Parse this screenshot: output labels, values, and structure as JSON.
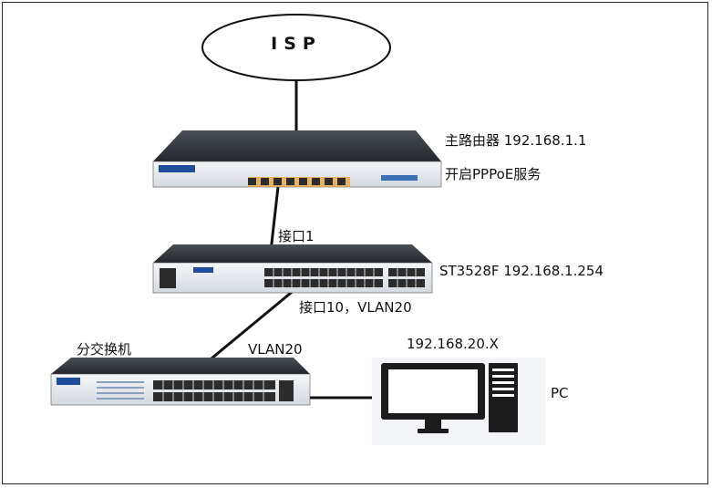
{
  "isp": {
    "label": "ISP"
  },
  "main_router": {
    "title": "主路由器 192.168.1.1",
    "feature": "开启PPPoE服务"
  },
  "core_switch": {
    "port_label": "接口1",
    "title": "ST3528F  192.168.1.254",
    "uplink_label": "接口10，VLAN20"
  },
  "branch_switch": {
    "title": "分交换机",
    "vlan_label": "VLAN20"
  },
  "pc": {
    "ip": "192.168.20.X",
    "label": "PC"
  },
  "colors": {
    "device_body": "#2b2f36",
    "device_face": "#e6eaf0",
    "brand_blue": "#1f4d9c",
    "port_amber": "#e8a33a",
    "link_line": "#111111",
    "monitor_screen": "#1c1c1c"
  },
  "icons": [
    "isp-cloud-icon",
    "router-icon",
    "switch-icon",
    "monitor-icon",
    "pc-tower-icon"
  ]
}
